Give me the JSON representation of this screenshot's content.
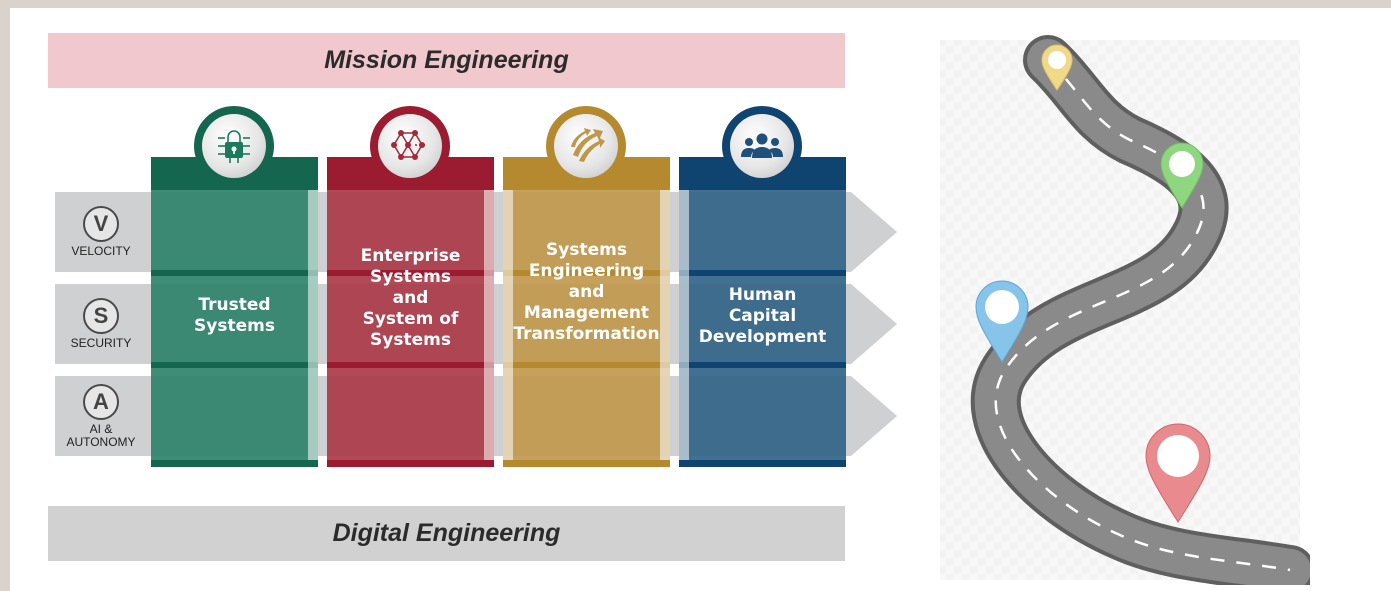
{
  "banners": {
    "mission": "Mission Engineering",
    "digital": "Digital Engineering"
  },
  "rows": [
    {
      "letter": "V",
      "name": "VELOCITY"
    },
    {
      "letter": "S",
      "name": "SECURITY"
    },
    {
      "letter": "A",
      "name": "AI &\nAUTONOMY"
    }
  ],
  "columns": [
    {
      "title": "Trusted\nSystems",
      "icon": "lock-circuit-icon",
      "color": "#2a8068",
      "dark": "#14664f"
    },
    {
      "title": "Enterprise\nSystems\nand\nSystem of\nSystems",
      "icon": "network-nodes-icon",
      "color": "#a93545",
      "dark": "#9b1b30"
    },
    {
      "title": "Systems\nEngineering\nand\nManagement\nTransformation",
      "icon": "transform-arrows-icon",
      "color": "#c0974a",
      "dark": "#b58a2f"
    },
    {
      "title": "Human\nCapital\nDevelopment",
      "icon": "people-group-icon",
      "color": "#2e6184",
      "dark": "#0f4470"
    }
  ],
  "colors": {
    "mission_banner": "#f0c8ce",
    "digital_banner": "#d1d1d1",
    "row_gray": "#cfd0d2",
    "road": "#7d7d7d",
    "pin_yellow": "#f1d98a",
    "pin_green": "#8ed67f",
    "pin_blue": "#86c4ea",
    "pin_red": "#e98a8e"
  }
}
